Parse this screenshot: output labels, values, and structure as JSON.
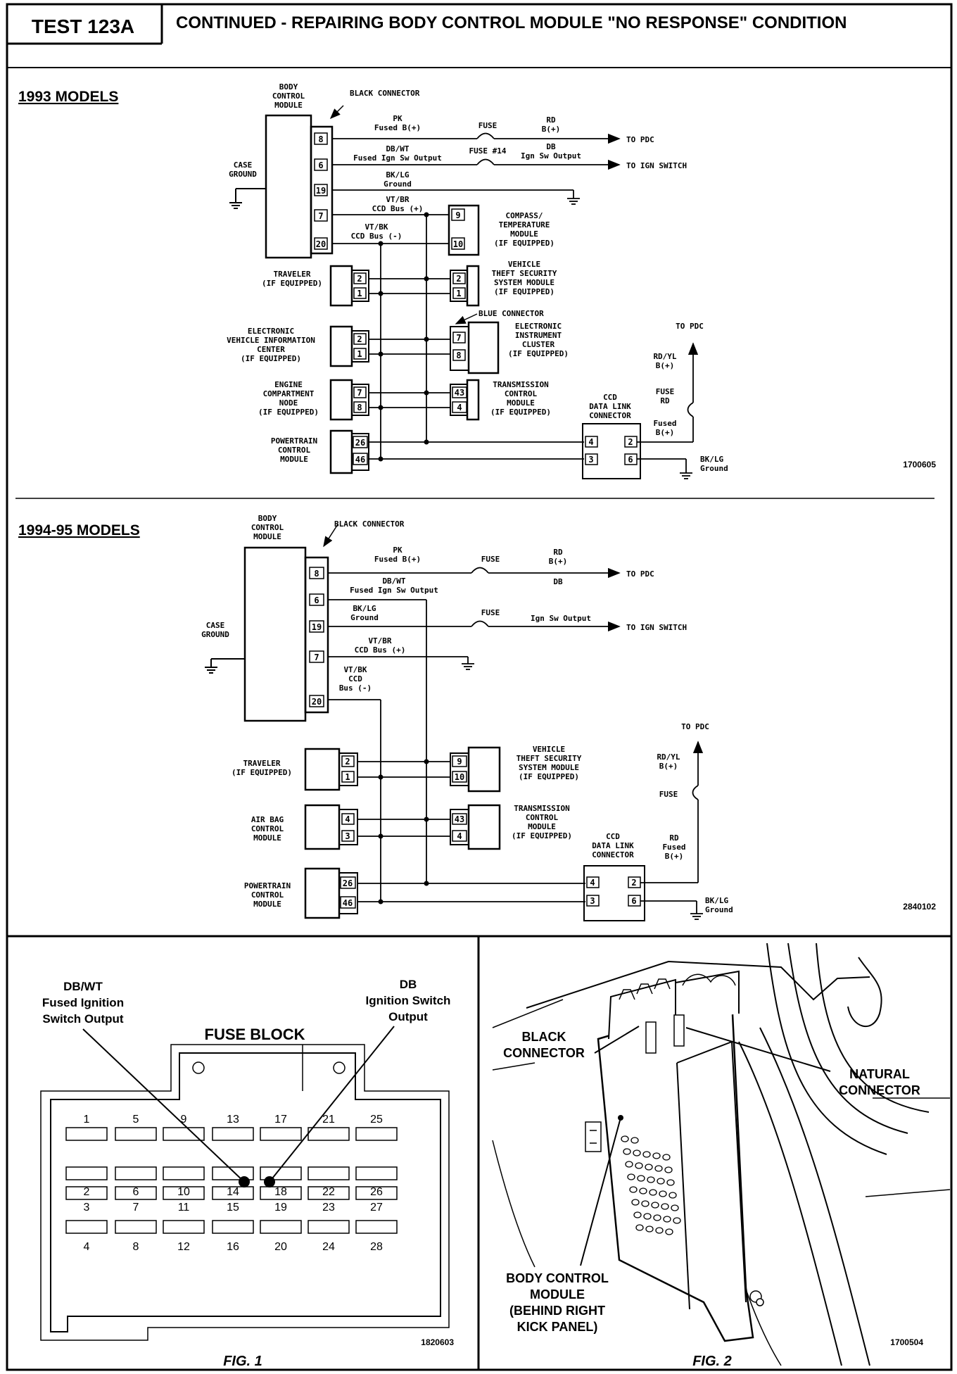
{
  "header": {
    "test_id": "TEST 123A",
    "title": "CONTINUED -  REPAIRING BODY CONTROL MODULE \"NO RESPONSE\" CONDITION"
  },
  "models_1993": {
    "heading": "1993 MODELS",
    "bcm": [
      "BODY",
      "CONTROL",
      "MODULE"
    ],
    "black_connector": "BLACK CONNECTOR",
    "case_ground": [
      "CASE",
      "GROUND"
    ],
    "pins": [
      "8",
      "6",
      "19",
      "7",
      "20"
    ],
    "wire_pk": [
      "PK",
      "Fused B(+)"
    ],
    "fuse": "FUSE",
    "wire_rd": [
      "RD",
      "B(+)"
    ],
    "to_pdc": "TO PDC",
    "wire_dbwt": [
      "DB/WT",
      "Fused Ign Sw Output"
    ],
    "fuse14": "FUSE #14",
    "wire_db": [
      "DB",
      "Ign Sw Output"
    ],
    "to_ign": "TO IGN SWITCH",
    "wire_bklg": [
      "BK/LG",
      "Ground"
    ],
    "wire_vtbr": [
      "VT/BR",
      "CCD Bus (+)"
    ],
    "wire_vtbk": [
      "VT/BK",
      "CCD Bus (-)"
    ],
    "compass": [
      "COMPASS/",
      "TEMPERATURE",
      "MODULE",
      "(IF EQUIPPED)"
    ],
    "compass_pins": [
      "9",
      "10"
    ],
    "traveler": [
      "TRAVELER",
      "(IF EQUIPPED)"
    ],
    "traveler_pins": [
      "2",
      "1"
    ],
    "vtss": [
      "VEHICLE",
      "THEFT SECURITY",
      "SYSTEM MODULE",
      "(IF EQUIPPED)"
    ],
    "vtss_pins": [
      "2",
      "1"
    ],
    "evic": [
      "ELECTRONIC",
      "VEHICLE INFORMATION",
      "CENTER",
      "(IF EQUIPPED)"
    ],
    "evic_pins": [
      "2",
      "1"
    ],
    "blue_connector": "BLUE CONNECTOR",
    "eic": [
      "ELECTRONIC",
      "INSTRUMENT",
      "CLUSTER",
      "(IF EQUIPPED)"
    ],
    "eic_pins": [
      "7",
      "8"
    ],
    "ecn": [
      "ENGINE",
      "COMPARTMENT",
      "NODE",
      "(IF EQUIPPED)"
    ],
    "ecn_pins": [
      "7",
      "8"
    ],
    "tcm": [
      "TRANSMISSION",
      "CONTROL",
      "MODULE",
      "(IF EQUIPPED)"
    ],
    "tcm_pins": [
      "43",
      "4"
    ],
    "pcm": [
      "POWERTRAIN",
      "CONTROL",
      "MODULE"
    ],
    "pcm_pins": [
      "26",
      "46"
    ],
    "ccd": [
      "CCD",
      "DATA LINK",
      "CONNECTOR"
    ],
    "ccd_pins": [
      "4",
      "3",
      "2",
      "6"
    ],
    "right_to_pdc": "TO PDC",
    "right_rdyl": [
      "RD/YL",
      "B(+)"
    ],
    "right_fuse": [
      "FUSE",
      "RD"
    ],
    "right_fused": [
      "Fused",
      "B(+)"
    ],
    "right_bklg": [
      "BK/LG",
      "Ground"
    ],
    "fig_id": "1700605"
  },
  "models_1994": {
    "heading": "1994-95 MODELS",
    "bcm": [
      "BODY",
      "CONTROL",
      "MODULE"
    ],
    "black_connector": "BLACK CONNECTOR",
    "case_ground": [
      "CASE",
      "GROUND"
    ],
    "pins": [
      "8",
      "6",
      "19",
      "7",
      "20"
    ],
    "wire_pk": [
      "PK",
      "Fused B(+)"
    ],
    "fuse": "FUSE",
    "wire_rd": [
      "RD",
      "B(+)"
    ],
    "wire_db_top": "DB",
    "to_pdc": "TO PDC",
    "wire_dbwt": [
      "DB/WT",
      "Fused Ign Sw Output"
    ],
    "wire_bklg": [
      "BK/LG",
      "Ground"
    ],
    "fuse2": "FUSE",
    "ign_out": "Ign Sw Output",
    "to_ign": "TO IGN SWITCH",
    "wire_vtbr": [
      "VT/BR",
      "CCD Bus (+)"
    ],
    "wire_vtbk": [
      "VT/BK",
      "CCD",
      "Bus (-)"
    ],
    "traveler": [
      "TRAVELER",
      "(IF EQUIPPED)"
    ],
    "traveler_pins": [
      "2",
      "1"
    ],
    "vtss": [
      "VEHICLE",
      "THEFT SECURITY",
      "SYSTEM MODULE",
      "(IF EQUIPPED)"
    ],
    "vtss_pins": [
      "9",
      "10"
    ],
    "airbag": [
      "AIR BAG",
      "CONTROL",
      "MODULE"
    ],
    "airbag_pins": [
      "4",
      "3"
    ],
    "tcm": [
      "TRANSMISSION",
      "CONTROL",
      "MODULE",
      "(IF EQUIPPED)"
    ],
    "tcm_pins": [
      "43",
      "4"
    ],
    "pcm": [
      "POWERTRAIN",
      "CONTROL",
      "MODULE"
    ],
    "pcm_pins": [
      "26",
      "46"
    ],
    "ccd": [
      "CCD",
      "DATA LINK",
      "CONNECTOR"
    ],
    "ccd_pins": [
      "4",
      "3",
      "2",
      "6"
    ],
    "right_to_pdc": "TO PDC",
    "right_rdyl": [
      "RD/YL",
      "B(+)"
    ],
    "right_fuse": "FUSE",
    "right_rd": [
      "RD",
      "Fused",
      "B(+)"
    ],
    "right_bklg": [
      "BK/LG",
      "Ground"
    ],
    "fig_id": "2840102"
  },
  "fig1": {
    "dbwt": [
      "DB/WT",
      "Fused Ignition",
      "Switch Output"
    ],
    "db": [
      "DB",
      "Ignition Switch",
      "Output"
    ],
    "fuse_block": "FUSE BLOCK",
    "top_row1": [
      "1",
      "5",
      "9",
      "13",
      "17",
      "21",
      "25"
    ],
    "bot_row1": [
      "2",
      "6",
      "10",
      "14",
      "18",
      "22",
      "26"
    ],
    "top_row2": [
      "3",
      "7",
      "11",
      "15",
      "19",
      "23",
      "27"
    ],
    "bot_row2": [
      "4",
      "8",
      "12",
      "16",
      "20",
      "24",
      "28"
    ],
    "fig_id": "1820603",
    "caption": "FIG. 1"
  },
  "fig2": {
    "black": [
      "BLACK",
      "CONNECTOR"
    ],
    "natural": [
      "NATURAL",
      "CONNECTOR"
    ],
    "bcm": [
      "BODY CONTROL",
      "MODULE",
      "(BEHIND RIGHT",
      "KICK PANEL)"
    ],
    "fig_id": "1700504",
    "caption": "FIG. 2"
  }
}
